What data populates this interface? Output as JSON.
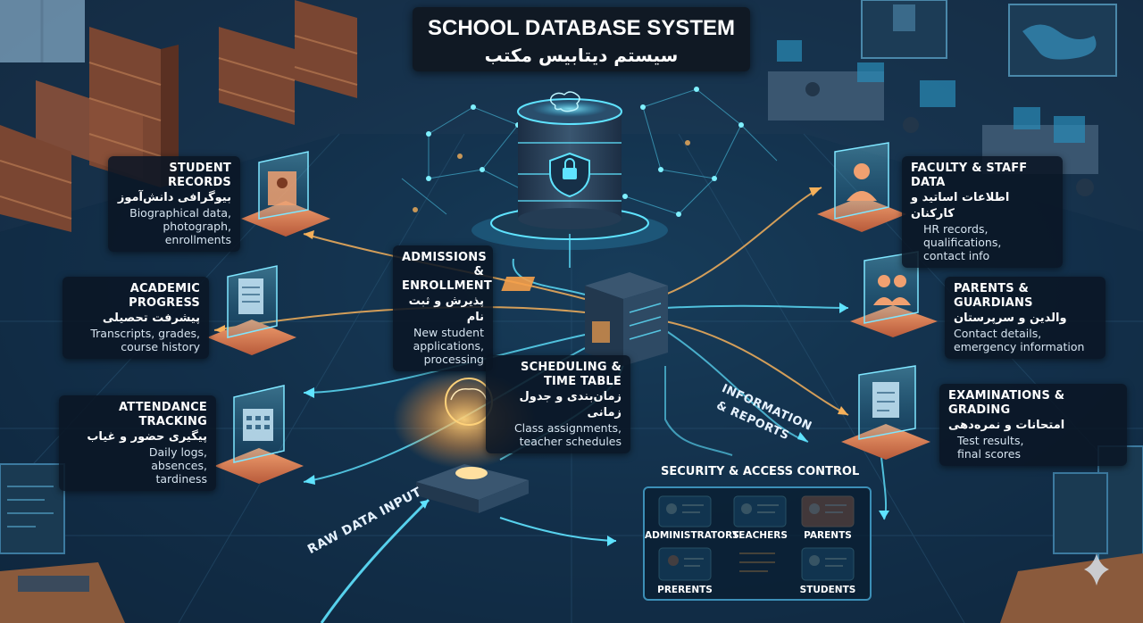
{
  "title": {
    "en": "SCHOOL DATABASE SYSTEM",
    "fa": "سیستم دیتابیس مکتب"
  },
  "modules": {
    "student_records": {
      "title": "STUDENT RECORDS",
      "fa": "بیوگرافی دانش‌آموز",
      "desc": [
        "Biographical data,",
        "photograph,",
        "enrollments"
      ]
    },
    "academic_progress": {
      "title": "ACADEMIC PROGRESS",
      "fa": "پیشرفت تحصیلی",
      "desc": [
        "Transcripts, grades,",
        "course history"
      ]
    },
    "attendance": {
      "title": "ATTENDANCE TRACKING",
      "fa": "پیگیری حضور و غیاب",
      "desc": [
        "Daily logs,",
        "absences,",
        "tardiness"
      ]
    },
    "admissions": {
      "title_lines": [
        "ADMISSIONS &",
        "ENROLLMENT"
      ],
      "fa": "پذیرش و ثبت نام",
      "desc": [
        "New student",
        "applications,",
        "processing"
      ]
    },
    "scheduling": {
      "title_lines": [
        "SCHEDULING &",
        "TIME TABLE"
      ],
      "fa": "زمان‌بندی و جدول زمانی",
      "desc": [
        "Class assignments,",
        "teacher schedules"
      ]
    },
    "faculty": {
      "title": "FACULTY & STAFF DATA",
      "fa": "اطلاعات اساتید و کارکنان",
      "desc": [
        "HR records,",
        "qualifications,",
        "contact info"
      ]
    },
    "parents": {
      "title": "PARENTS & GUARDIANS",
      "fa": "والدین و سرپرستان",
      "desc": [
        "Contact details,",
        "emergency information"
      ]
    },
    "exams": {
      "title": "EXAMINATIONS & GRADING",
      "fa": "امتحانات و نمره‌دهی",
      "desc": [
        "Test results,",
        "final scores"
      ]
    }
  },
  "flows": {
    "raw_input": "RAW DATA INPUT",
    "info_reports_lines": [
      "INFORMATION",
      "& REPORTS"
    ]
  },
  "security": {
    "title": "SECURITY & ACCESS CONTROL",
    "roles": [
      "ADMINISTRATORS",
      "TEACHERS",
      "PARENTS",
      "PRERENTS",
      "STUDENTS"
    ]
  },
  "icons": {
    "central": "brain-database-icon",
    "lock": "lock-shield-icon",
    "server": "server-icon",
    "sparkle": "sparkle-icon"
  },
  "colors": {
    "glow_cyan": "#5fe3ff",
    "flow_orange": "#f5b05a",
    "pad_orange": "#e9865a",
    "panel_blue": "#3c8fb7"
  }
}
